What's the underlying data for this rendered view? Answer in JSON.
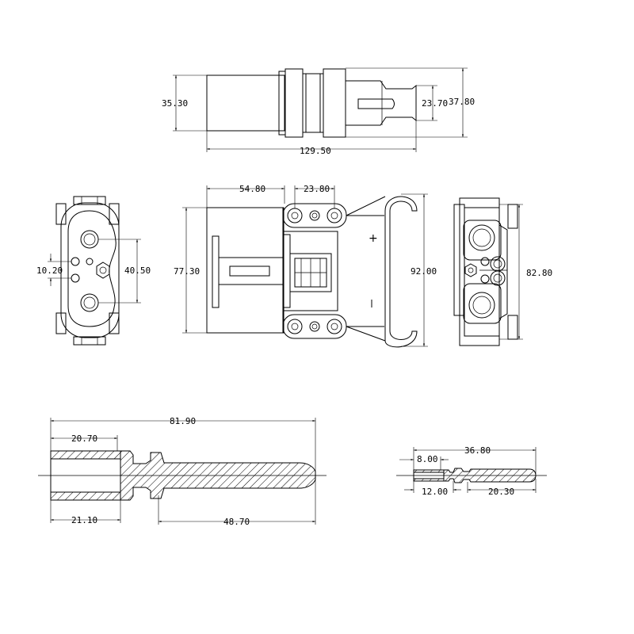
{
  "dimensions": {
    "top_height": "35.30",
    "top_inner_height": "23.70",
    "top_total_height": "37.80",
    "top_length": "129.50",
    "front_width": "54.80",
    "front_hole_pitch": "23.80",
    "front_height": "77.30",
    "front_total_height": "92.00",
    "left_small_pitch": "10.20",
    "left_main_pitch": "40.50",
    "right_height": "82.80",
    "large_pin_length": "81.90",
    "large_pin_socket_depth": "20.70",
    "large_pin_front": "21.10",
    "large_pin_tail": "48.70",
    "small_pin_length": "36.80",
    "small_pin_socket_depth": "8.00",
    "small_pin_front": "12.00",
    "small_pin_tail": "20.30"
  },
  "polarity": {
    "positive": "+",
    "negative": "—"
  }
}
